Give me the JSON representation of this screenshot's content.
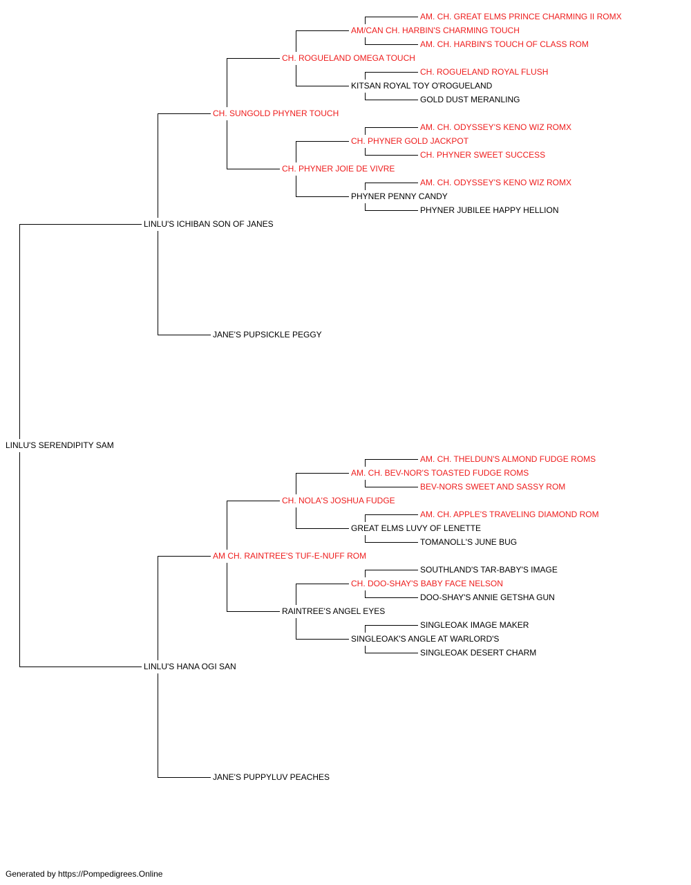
{
  "colors": {
    "champion": "#ee1c1c",
    "regular": "#000000",
    "line": "#000000"
  },
  "pedigree": {
    "name": "LINLU'S SERENDIPITY SAM",
    "champion": false,
    "sire": {
      "name": "LINLU'S ICHIBAN SON OF JANES",
      "champion": false,
      "sire": {
        "name": "CH. SUNGOLD PHYNER TOUCH",
        "champion": true,
        "sire": {
          "name": "CH. ROGUELAND OMEGA TOUCH",
          "champion": true,
          "sire": {
            "name": "AM/CAN CH. HARBIN'S CHARMING TOUCH",
            "champion": true,
            "sire": {
              "name": "AM. CH. GREAT ELMS PRINCE CHARMING II ROMX",
              "champion": true
            },
            "dam": {
              "name": "AM. CH. HARBIN'S TOUCH OF CLASS ROM",
              "champion": true
            }
          },
          "dam": {
            "name": "KITSAN ROYAL TOY O'ROGUELAND",
            "champion": false,
            "sire": {
              "name": "CH. ROGUELAND ROYAL FLUSH",
              "champion": true
            },
            "dam": {
              "name": "GOLD DUST MERANLING",
              "champion": false
            }
          }
        },
        "dam": {
          "name": "CH. PHYNER JOIE DE VIVRE",
          "champion": true,
          "sire": {
            "name": "CH. PHYNER GOLD JACKPOT",
            "champion": true,
            "sire": {
              "name": "AM. CH. ODYSSEY'S KENO WIZ ROMX",
              "champion": true
            },
            "dam": {
              "name": "CH. PHYNER SWEET SUCCESS",
              "champion": true
            }
          },
          "dam": {
            "name": "PHYNER PENNY CANDY",
            "champion": false,
            "sire": {
              "name": "AM. CH. ODYSSEY'S KENO WIZ ROMX",
              "champion": true
            },
            "dam": {
              "name": "PHYNER JUBILEE HAPPY HELLION",
              "champion": false
            }
          }
        }
      },
      "dam": {
        "name": "JANE'S PUPSICKLE PEGGY",
        "champion": false
      }
    },
    "dam": {
      "name": "LINLU'S HANA OGI SAN",
      "champion": false,
      "sire": {
        "name": "AM CH. RAINTREE'S TUF-E-NUFF ROM",
        "champion": true,
        "sire": {
          "name": "CH. NOLA'S JOSHUA FUDGE",
          "champion": true,
          "sire": {
            "name": "AM. CH. BEV-NOR'S TOASTED FUDGE ROMS",
            "champion": true,
            "sire": {
              "name": "AM. CH. THELDUN'S ALMOND FUDGE ROMS",
              "champion": true
            },
            "dam": {
              "name": "BEV-NORS SWEET AND SASSY ROM",
              "champion": true
            }
          },
          "dam": {
            "name": "GREAT ELMS LUVY OF LENETTE",
            "champion": false,
            "sire": {
              "name": "AM. CH. APPLE'S TRAVELING DIAMOND ROM",
              "champion": true
            },
            "dam": {
              "name": "TOMANOLL'S JUNE BUG",
              "champion": false
            }
          }
        },
        "dam": {
          "name": "RAINTREE'S ANGEL EYES",
          "champion": false,
          "sire": {
            "name": "CH. DOO-SHAY'S BABY FACE NELSON",
            "champion": true,
            "sire": {
              "name": "SOUTHLAND'S TAR-BABY'S IMAGE",
              "champion": false
            },
            "dam": {
              "name": "DOO-SHAY'S ANNIE GETSHA GUN",
              "champion": false
            }
          },
          "dam": {
            "name": "SINGLEOAK'S ANGLE AT WARLORD'S",
            "champion": false,
            "sire": {
              "name": "SINGLEOAK IMAGE MAKER",
              "champion": false
            },
            "dam": {
              "name": "SINGLEOAK DESERT CHARM",
              "champion": false
            }
          }
        }
      },
      "dam": {
        "name": "JANE'S PUPPYLUV PEACHES",
        "champion": false
      }
    }
  },
  "footer": "Generated by https://Pompedigrees.Online"
}
